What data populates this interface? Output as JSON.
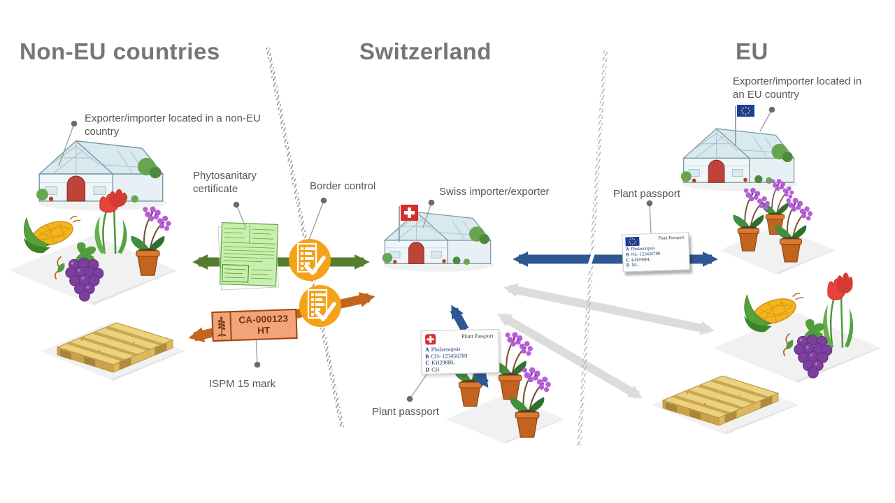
{
  "titles": {
    "non_eu": "Non-EU countries",
    "switzerland": "Switzerland",
    "eu": "EU"
  },
  "labels": {
    "non_eu_exporter": "Exporter/importer located in a non-EU country",
    "phytosanitary_certificate": "Phytosanitary certificate",
    "border_control": "Border control",
    "swiss_importer": "Swiss importer/exporter",
    "eu_plant_passport": "Plant passport",
    "ch_plant_passport": "Plant passport",
    "ispm_mark": "ISPM 15 mark",
    "eu_exporter": "Exporter/importer located in an EU country"
  },
  "ispm_mark": {
    "code": "CA-000123",
    "treatment": "HT"
  },
  "passports": {
    "ch": {
      "title": "Plant Passport",
      "rows": [
        {
          "k": "A",
          "v": "Phalaenopsis"
        },
        {
          "k": "B",
          "v": "CH- 123456789"
        },
        {
          "k": "C",
          "v": "KH298BL"
        },
        {
          "k": "D",
          "v": "CH"
        }
      ]
    },
    "eu": {
      "title": "Plant Passport",
      "rows": [
        {
          "k": "A",
          "v": "Phalaenopsis"
        },
        {
          "k": "B",
          "v": "NL- 123456789"
        },
        {
          "k": "C",
          "v": "KH298BL"
        },
        {
          "k": "D",
          "v": "NL"
        }
      ]
    }
  },
  "flows": [
    {
      "id": "green-arrow",
      "between": [
        "non-eu-plants",
        "swiss-greenhouse"
      ],
      "document_on_arrow": "Phytosanitary certificate",
      "bidirectional": true,
      "color": "#567d2b"
    },
    {
      "id": "orange-arrow",
      "between": [
        "non-eu-pallet",
        "swiss-greenhouse"
      ],
      "document_on_arrow": "ISPM 15 mark",
      "bidirectional": true,
      "color": "#c4651d"
    },
    {
      "id": "blue-arrow-top",
      "between": [
        "swiss-greenhouse",
        "eu-orchids"
      ],
      "document_on_arrow": "Plant passport (EU)",
      "bidirectional": true,
      "color": "#2e5793"
    },
    {
      "id": "blue-arrow-ch",
      "between": [
        "swiss-greenhouse",
        "swiss-orchids"
      ],
      "document_on_arrow": "Plant passport (CH)",
      "bidirectional": true,
      "color": "#2e5793"
    },
    {
      "id": "gray-arrow-1",
      "between": [
        "swiss-greenhouse",
        "eu-produce"
      ],
      "bidirectional": true,
      "color": "#dcdcdc"
    },
    {
      "id": "gray-arrow-2",
      "between": [
        "swiss-greenhouse",
        "eu-pallet"
      ],
      "bidirectional": true,
      "color": "#dcdcdc"
    }
  ],
  "icons": {
    "border_control_badge": "document-checklist-with-checkmark",
    "swiss_flag": "red-square-white-cross",
    "eu_flag": "blue-rect-yellow-stars",
    "ispm_wheat": "wheat-ear",
    "callout": "dot-with-leader-line"
  },
  "colors": {
    "title_gray": "#767676",
    "label_gray": "#565656",
    "green_arrow": "#567d2b",
    "orange_arrow": "#c4651d",
    "blue_arrow": "#2e5793",
    "gray_arrow": "#dcdcdc",
    "badge_orange": "#f5a21b",
    "ispm_fill": "#f2a377",
    "certificate_green": "#c9efad",
    "swiss_red": "#da2c2c",
    "eu_blue": "#1a3e9e"
  }
}
